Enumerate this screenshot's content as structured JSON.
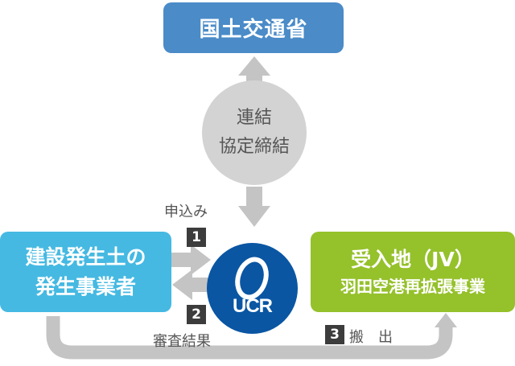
{
  "nodes": {
    "top": "国土交通省",
    "center_line1": "連結",
    "center_line2": "協定締結",
    "left_line1": "建設発生土の",
    "left_line2": "発生事業者",
    "right_line1": "受入地（JV）",
    "right_line2": "羽田空港再拡張事業",
    "logo_text": "UCR"
  },
  "steps": [
    {
      "number": "1",
      "label": "申込み"
    },
    {
      "number": "2",
      "label": "審査結果"
    },
    {
      "number": "3",
      "label": "搬　出"
    }
  ],
  "colors": {
    "top_box": "#4a8bc8",
    "left_box": "#45b9e2",
    "right_box": "#95c12b",
    "center_circle": "#d3d3d3",
    "logo": "#0a56a3",
    "arrows": "#c4c4c4"
  }
}
